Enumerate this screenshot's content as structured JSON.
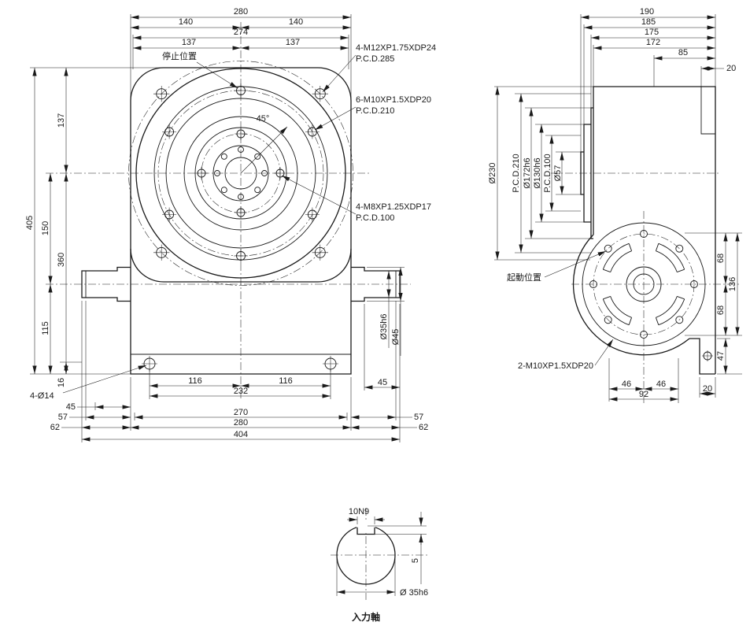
{
  "front_view": {
    "top_dims": {
      "d280": "280",
      "d140l": "140",
      "d140r": "140",
      "d274": "274",
      "d137l": "137",
      "d137r": "137"
    },
    "left_dims": {
      "d405": "405",
      "d137": "137",
      "d360": "360",
      "d150": "150",
      "d115": "115",
      "d16": "16"
    },
    "bottom_dims": {
      "d116l": "116",
      "d116r": "116",
      "d232": "232",
      "d270": "270",
      "d280": "280",
      "d404": "404",
      "l45": "45",
      "l57": "57",
      "l62": "62",
      "r45": "45",
      "r57": "57",
      "r62": "62"
    },
    "shaft_dims": {
      "dia35": "Ø35h6",
      "dia45": "Ø45"
    },
    "annotations": {
      "stop_position": "停止位置",
      "m12_holes": "4-M12XP1.75XDP24",
      "m12_pcd": "P.C.D.285",
      "m10_holes": "6-M10XP1.5XDP20",
      "m10_pcd": "P.C.D.210",
      "angle": "45°",
      "m8_holes": "4-M8XP1.25XDP17",
      "m8_pcd": "P.C.D.100",
      "base_holes": "4-Ø14"
    }
  },
  "side_view": {
    "top_dims": {
      "d190": "190",
      "d185": "185",
      "d175": "175",
      "d172": "172",
      "d85": "85",
      "d20": "20"
    },
    "left_dims": {
      "dia230": "Ø230",
      "pcd210": "P.C.D.210",
      "dia172": "Ø172h6",
      "dia130": "Ø130h6",
      "pcd100": "P.C.D.100",
      "dia57": "Ø57"
    },
    "right_dims": {
      "d68t": "68",
      "d136": "136",
      "d68b": "68",
      "d47": "47"
    },
    "bottom_d ims_note": "",
    "bottom_dims": {
      "d46l": "46",
      "d92": "92",
      "d46r": "46",
      "d20": "20"
    },
    "annotations": {
      "start_position": "起動位置",
      "m10_holes": "2-M10XP1.5XDP20"
    }
  },
  "detail_view": {
    "key_width": "10N9",
    "key_depth": "5",
    "shaft_dia": "Ø 35h6",
    "title": "入力軸"
  },
  "colors": {
    "line": "#1a1a1a",
    "background": "#ffffff"
  }
}
